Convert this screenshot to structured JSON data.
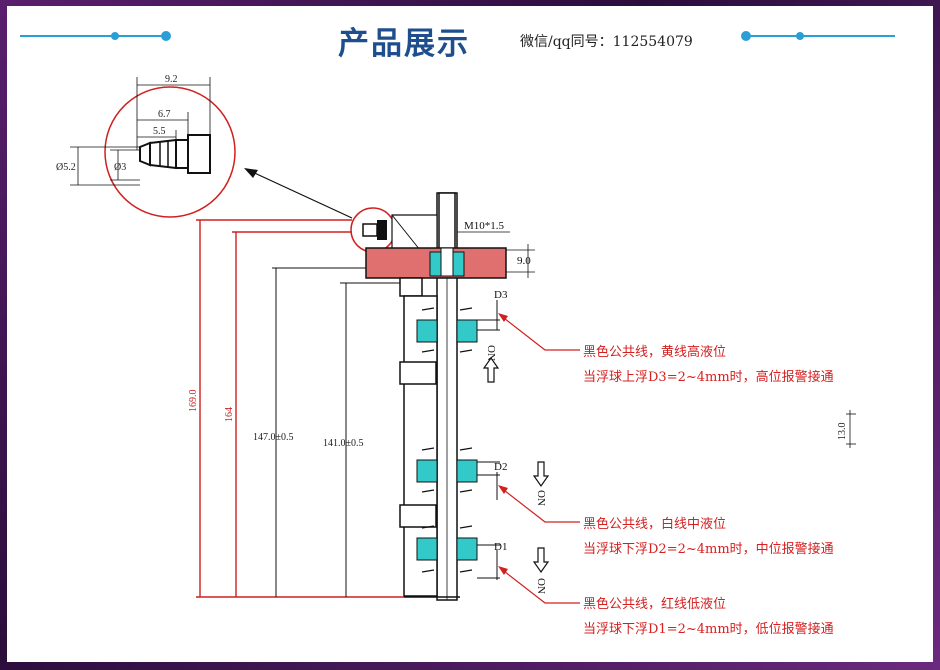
{
  "header": {
    "title": "产品展示",
    "contact": "微信/qq同号：112554079"
  },
  "colors": {
    "accent_blue": "#1f4e8c",
    "header_line": "#2a9fd6",
    "dim_red": "#d02020",
    "fill_red": "#e07070",
    "fill_cyan": "#33c9c9"
  },
  "detail": {
    "d_outer": "Ø5.2",
    "d_inner": "Ø3",
    "len_92": "9.2",
    "len_67": "6.7",
    "len_55": "5.5"
  },
  "dims": {
    "thread": "M10*1.5",
    "flange": "9.0",
    "h169": "169.0",
    "h164": "164",
    "h147": "147.0±0.5",
    "h141": "141.0±0.5",
    "side": "13.0"
  },
  "labels": {
    "d3": "D3",
    "d2": "D2",
    "d1": "D1",
    "on": "ON"
  },
  "annotations": [
    {
      "line1": "黑色公共线，黄线高液位",
      "line2": "当浮球上浮D3=2~4mm时，高位报警接通"
    },
    {
      "line1": "黑色公共线，白线中液位",
      "line2": "当浮球下浮D2=2~4mm时，中位报警接通"
    },
    {
      "line1": "黑色公共线，红线低液位",
      "line2": "当浮球下浮D1=2~4mm时，低位报警接通"
    }
  ]
}
